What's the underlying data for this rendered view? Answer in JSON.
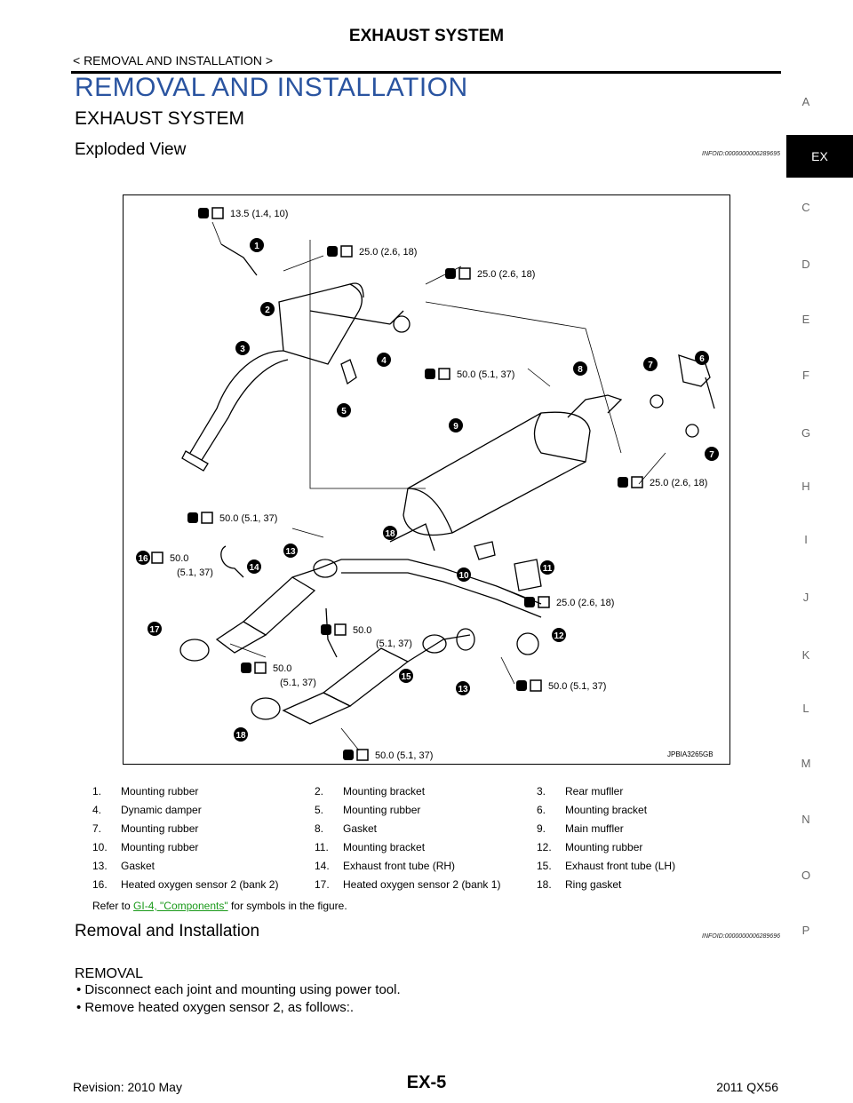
{
  "header": {
    "title": "EXHAUST SYSTEM",
    "breadcrumb": "< REMOVAL AND INSTALLATION >"
  },
  "section": {
    "title": "REMOVAL AND INSTALLATION",
    "subtitle": "EXHAUST SYSTEM"
  },
  "exploded_view": {
    "heading": "Exploded View",
    "infoid": "INFOID:0000000006289695"
  },
  "side_index": [
    "A",
    "EX",
    "C",
    "D",
    "E",
    "F",
    "G",
    "H",
    "I",
    "J",
    "K",
    "L",
    "M",
    "N",
    "O",
    "P"
  ],
  "figure": {
    "code": "JPBIA3265GB",
    "torques": [
      "13.5 (1.4, 10)",
      "25.0 (2.6, 18)",
      "25.0 (2.6, 18)",
      "50.0 (5.1, 37)",
      "25.0 (2.6, 18)",
      "50.0 (5.1, 37)",
      "50.0",
      "(5.1, 37)",
      "25.0 (2.6, 18)",
      "50.0",
      "(5.1, 37)",
      "50.0",
      "(5.1, 37)",
      "50.0 (5.1, 37)",
      "50.0 (5.1, 37)"
    ],
    "callouts": [
      "1",
      "2",
      "3",
      "4",
      "5",
      "6",
      "7",
      "7",
      "8",
      "9",
      "10",
      "11",
      "12",
      "13",
      "13",
      "14",
      "15",
      "16",
      "17",
      "18",
      "18"
    ]
  },
  "legend": [
    [
      "1.",
      "Mounting rubber",
      "2.",
      "Mounting bracket",
      "3.",
      "Rear mufller"
    ],
    [
      "4.",
      "Dynamic damper",
      "5.",
      "Mounting rubber",
      "6.",
      "Mounting bracket"
    ],
    [
      "7.",
      "Mounting rubber",
      "8.",
      "Gasket",
      "9.",
      "Main muffler"
    ],
    [
      "10.",
      "Mounting rubber",
      "11.",
      "Mounting bracket",
      "12.",
      "Mounting rubber"
    ],
    [
      "13.",
      "Gasket",
      "14.",
      "Exhaust front tube (RH)",
      "15.",
      "Exhaust front tube (LH)"
    ],
    [
      "16.",
      "Heated oxygen sensor 2 (bank 2)",
      "17.",
      "Heated oxygen sensor 2 (bank 1)",
      "18.",
      "Ring gasket"
    ]
  ],
  "note": {
    "prefix": "Refer to ",
    "link": "GI-4, \"Components\"",
    "suffix": " for symbols in the figure."
  },
  "removal": {
    "heading": "Removal and Installation",
    "infoid": "INFOID:0000000006289696",
    "sub": "REMOVAL",
    "bullets": [
      "Disconnect each joint and mounting using power tool.",
      "Remove heated oxygen sensor 2, as follows:."
    ]
  },
  "footer": {
    "left": "Revision: 2010 May",
    "center": "EX-5",
    "right": "2011 QX56"
  }
}
